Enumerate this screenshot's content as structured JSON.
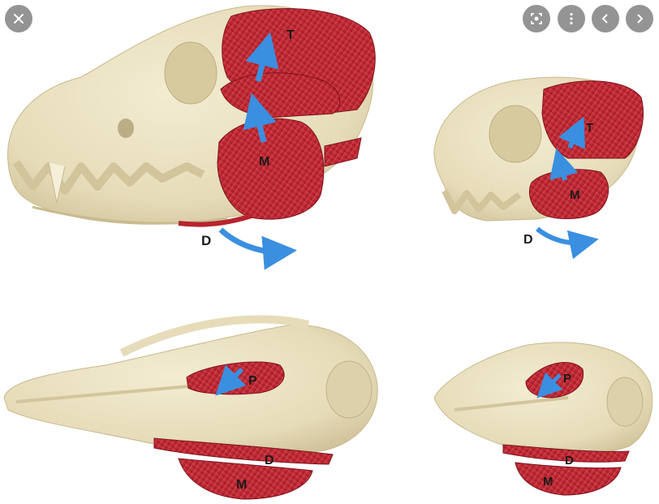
{
  "viewer": {
    "close_icon": "close-icon",
    "lens_icon": "lens-icon",
    "more_icon": "more-vertical-icon",
    "prev_icon": "chevron-left-icon",
    "next_icon": "chevron-right-icon"
  },
  "figure": {
    "dog_lateral": {
      "temporalis": "T",
      "masseter": "M",
      "digastric": "D"
    },
    "cat_lateral": {
      "temporalis": "T",
      "masseter": "M",
      "digastric": "D"
    },
    "dog_ventral": {
      "pterygoid": "P",
      "digastric": "D",
      "masseter": "M"
    },
    "cat_ventral": {
      "pterygoid": "P",
      "digastric": "D",
      "masseter": "M"
    }
  },
  "colors": {
    "bone": "#ece3c4",
    "bone_shade": "#d8cca5",
    "muscle": "#b8232f",
    "muscle_light": "#d9404a",
    "arrow": "#3a8fe0",
    "overlay": "#3c3c3c"
  }
}
